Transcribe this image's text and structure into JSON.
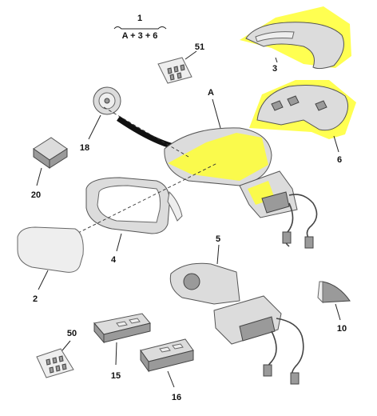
{
  "header": {
    "kit_number": "1",
    "kit_formula": "A + 3 + 6"
  },
  "parts": [
    {
      "key": "a",
      "label": "A",
      "name": "mirror-assembly"
    },
    {
      "key": "p3",
      "label": "3",
      "name": "mirror-cover"
    },
    {
      "key": "p6",
      "label": "6",
      "name": "mirror-cover-inner"
    },
    {
      "key": "p51",
      "label": "51",
      "name": "clip-kit"
    },
    {
      "key": "p18",
      "label": "18",
      "name": "motor-actuator"
    },
    {
      "key": "p20",
      "label": "20",
      "name": "control-module"
    },
    {
      "key": "p4",
      "label": "4",
      "name": "mirror-frame"
    },
    {
      "key": "p2",
      "label": "2",
      "name": "mirror-glass"
    },
    {
      "key": "p5",
      "label": "5",
      "name": "mirror-base"
    },
    {
      "key": "p10",
      "label": "10",
      "name": "trim-cap"
    },
    {
      "key": "p50",
      "label": "50",
      "name": "clip-kit-lower"
    },
    {
      "key": "p15",
      "label": "15",
      "name": "switch-left"
    },
    {
      "key": "p16",
      "label": "16",
      "name": "switch-right"
    }
  ],
  "colors": {
    "highlight": "#ffff33",
    "part": "#dcdcdc",
    "outline": "#555555"
  }
}
